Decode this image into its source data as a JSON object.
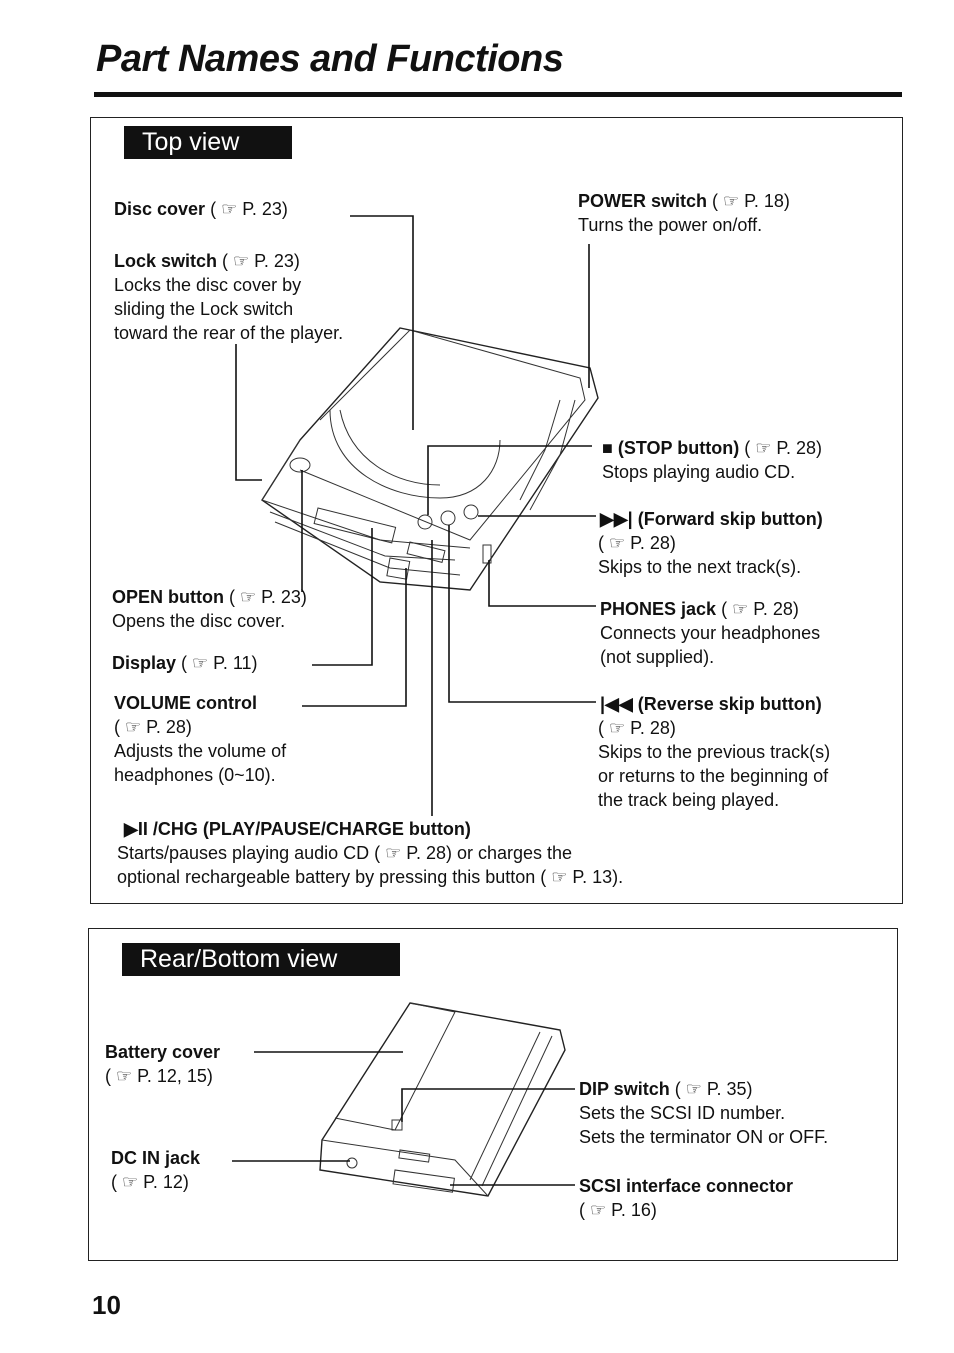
{
  "page": {
    "title": "Part Names and Functions",
    "number": "10"
  },
  "ref_icon": "hand-pointer-icon",
  "top_view": {
    "header": "Top view",
    "disc_cover": {
      "name": "Disc cover",
      "ref": "( ☞ P. 23)"
    },
    "lock_switch": {
      "name": "Lock switch",
      "ref": "( ☞ P. 23)",
      "desc": [
        "Locks the disc cover by",
        "sliding the Lock switch",
        "toward the rear of the player."
      ]
    },
    "power_switch": {
      "name": "POWER switch",
      "ref": "( ☞ P. 18)",
      "desc": [
        "Turns the power on/off."
      ]
    },
    "stop_button": {
      "name": "■ (STOP button)",
      "ref": "( ☞ P. 28)",
      "desc": [
        "Stops playing audio CD."
      ]
    },
    "forward_skip": {
      "name": "▶▶| (Forward skip button)",
      "ref": "( ☞ P. 28)",
      "desc": [
        "Skips to the next track(s)."
      ]
    },
    "phones_jack": {
      "name": "PHONES jack",
      "ref": "( ☞ P. 28)",
      "desc": [
        "Connects your headphones",
        "(not supplied)."
      ]
    },
    "reverse_skip": {
      "name": "|◀◀ (Reverse skip button)",
      "ref": "( ☞ P. 28)",
      "desc": [
        "Skips to the previous track(s)",
        "or returns to the beginning of",
        "the track being played."
      ]
    },
    "open_button": {
      "name": "OPEN button",
      "ref": "( ☞ P. 23)",
      "desc": [
        "Opens the disc cover."
      ]
    },
    "display": {
      "name": "Display",
      "ref": "( ☞ P. 11)"
    },
    "volume": {
      "name": "VOLUME control",
      "ref": "( ☞ P. 28)",
      "desc": [
        "Adjusts the volume of",
        "headphones (0~10)."
      ]
    },
    "play_pause": {
      "name": "▶II /CHG (PLAY/PAUSE/CHARGE button)",
      "desc": [
        "Starts/pauses playing audio CD ( ☞ P. 28)  or charges the",
        "optional rechargeable battery by pressing this button ( ☞ P. 13)."
      ]
    }
  },
  "rear_view": {
    "header": "Rear/Bottom view",
    "battery_cover": {
      "name": "Battery cover",
      "ref": "( ☞ P. 12, 15)"
    },
    "dc_in": {
      "name": "DC IN jack",
      "ref": "( ☞ P. 12)"
    },
    "dip_switch": {
      "name": "DIP switch",
      "ref": "( ☞ P. 35)",
      "desc": [
        "Sets the SCSI ID number.",
        "Sets the terminator ON or OFF."
      ]
    },
    "scsi": {
      "name": "SCSI interface connector",
      "ref": "( ☞ P. 16)"
    }
  }
}
